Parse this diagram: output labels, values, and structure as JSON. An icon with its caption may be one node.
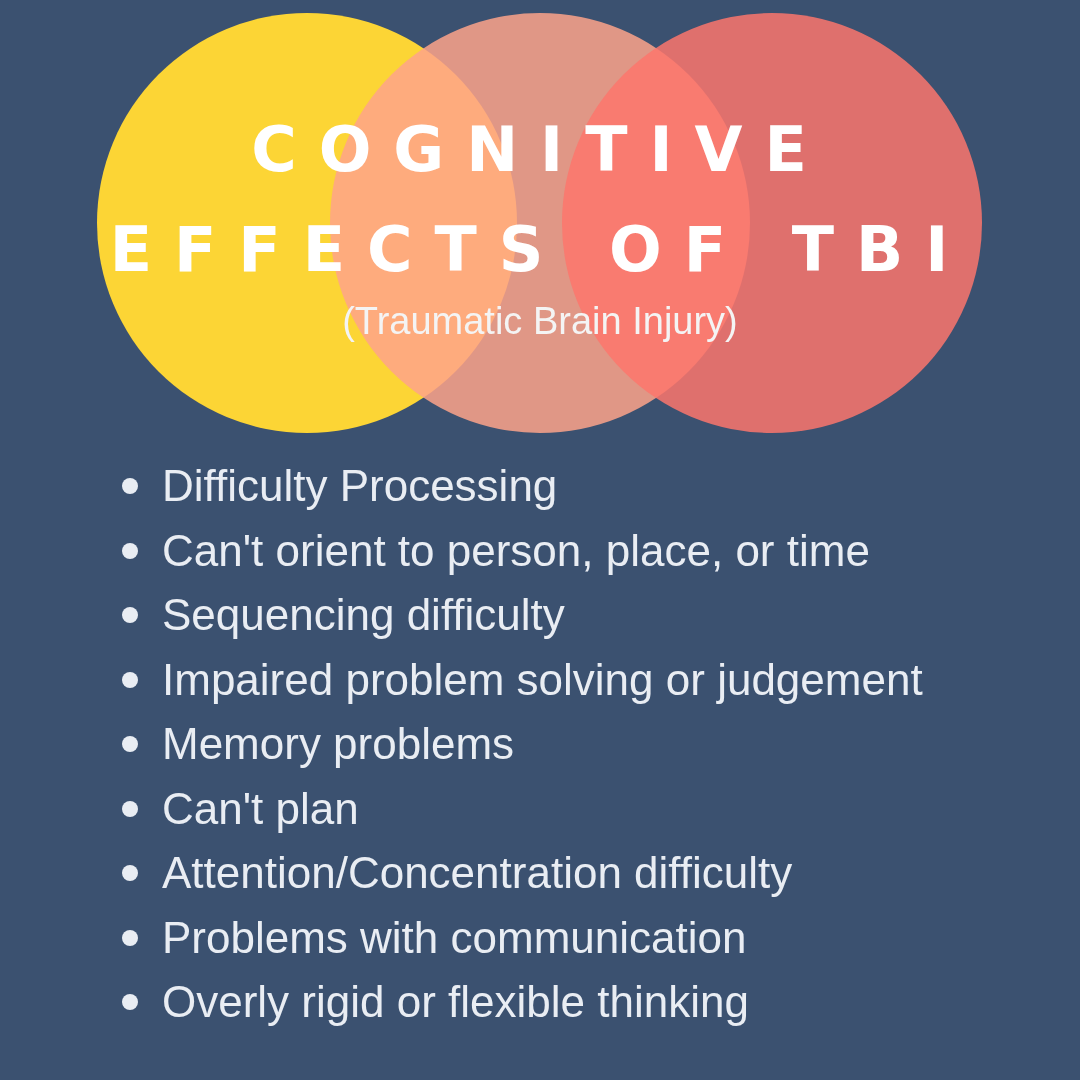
{
  "diagram": {
    "title": "COGNITIVE EFFECTS OF TBI",
    "nodes": [
      {
        "text": [],
        "shape": "circle"
      },
      {
        "text": [],
        "shape": "circle"
      },
      {
        "text": [],
        "shape": "circle"
      }
    ],
    "labels": [
      "(Traumatic Brain Injury)",
      "Difficulty Processing",
      "Can't orient to person, place, or time",
      "Sequencing difficulty",
      "Impaired problem solving or judgement",
      "Memory problems",
      "Can't plan",
      "Attention/Concentration difficulty",
      "Problems with communication",
      "Overly rigid or flexible thinking"
    ]
  }
}
